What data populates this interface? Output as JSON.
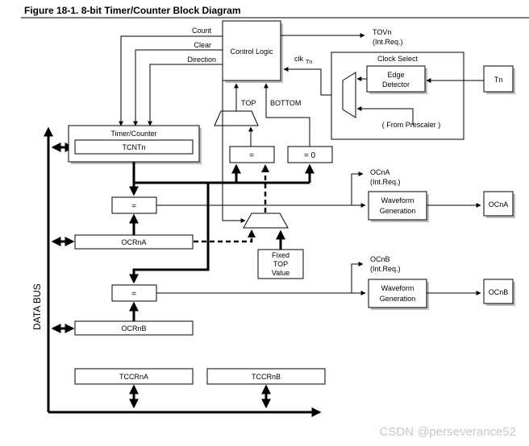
{
  "figure_title": "Figure 18-1.  8-bit Timer/Counter Block Diagram",
  "data_bus_label": "DATA BUS",
  "control_logic": {
    "label": "Control Logic",
    "in_count": "Count",
    "in_clear": "Clear",
    "in_direction": "Direction",
    "clk_label": "clk",
    "clk_sub": "Tn",
    "top_label": "TOP",
    "bottom_label": "BOTTOM"
  },
  "tov": {
    "label": "TOVn",
    "sub": "(Int.Req.)"
  },
  "clock_select": {
    "title": "Clock Select",
    "edge_detector_line1": "Edge",
    "edge_detector_line2": "Detector",
    "prescaler": "( From Prescaler )",
    "tn": "Tn"
  },
  "timer_counter": {
    "title": "Timer/Counter",
    "register": "TCNTn"
  },
  "comparators": {
    "eq": "=",
    "eq_zero": "= 0",
    "cmp_a": "=",
    "cmp_b": "="
  },
  "fixed_top": {
    "line1": "Fixed",
    "line2": "TOP",
    "line3": "Value"
  },
  "channel_a": {
    "ocr": "OCRnA",
    "int_label": "OCnA",
    "int_sub": "(Int.Req.)",
    "waveform_line1": "Waveform",
    "waveform_line2": "Generation",
    "output": "OCnA"
  },
  "channel_b": {
    "ocr": "OCRnB",
    "int_label": "OCnB",
    "int_sub": "(Int.Req.)",
    "waveform_line1": "Waveform",
    "waveform_line2": "Generation",
    "output": "OCnB"
  },
  "tccr": {
    "a": "TCCRnA",
    "b": "TCCRnB"
  },
  "watermark": "CSDN @perseverance52"
}
